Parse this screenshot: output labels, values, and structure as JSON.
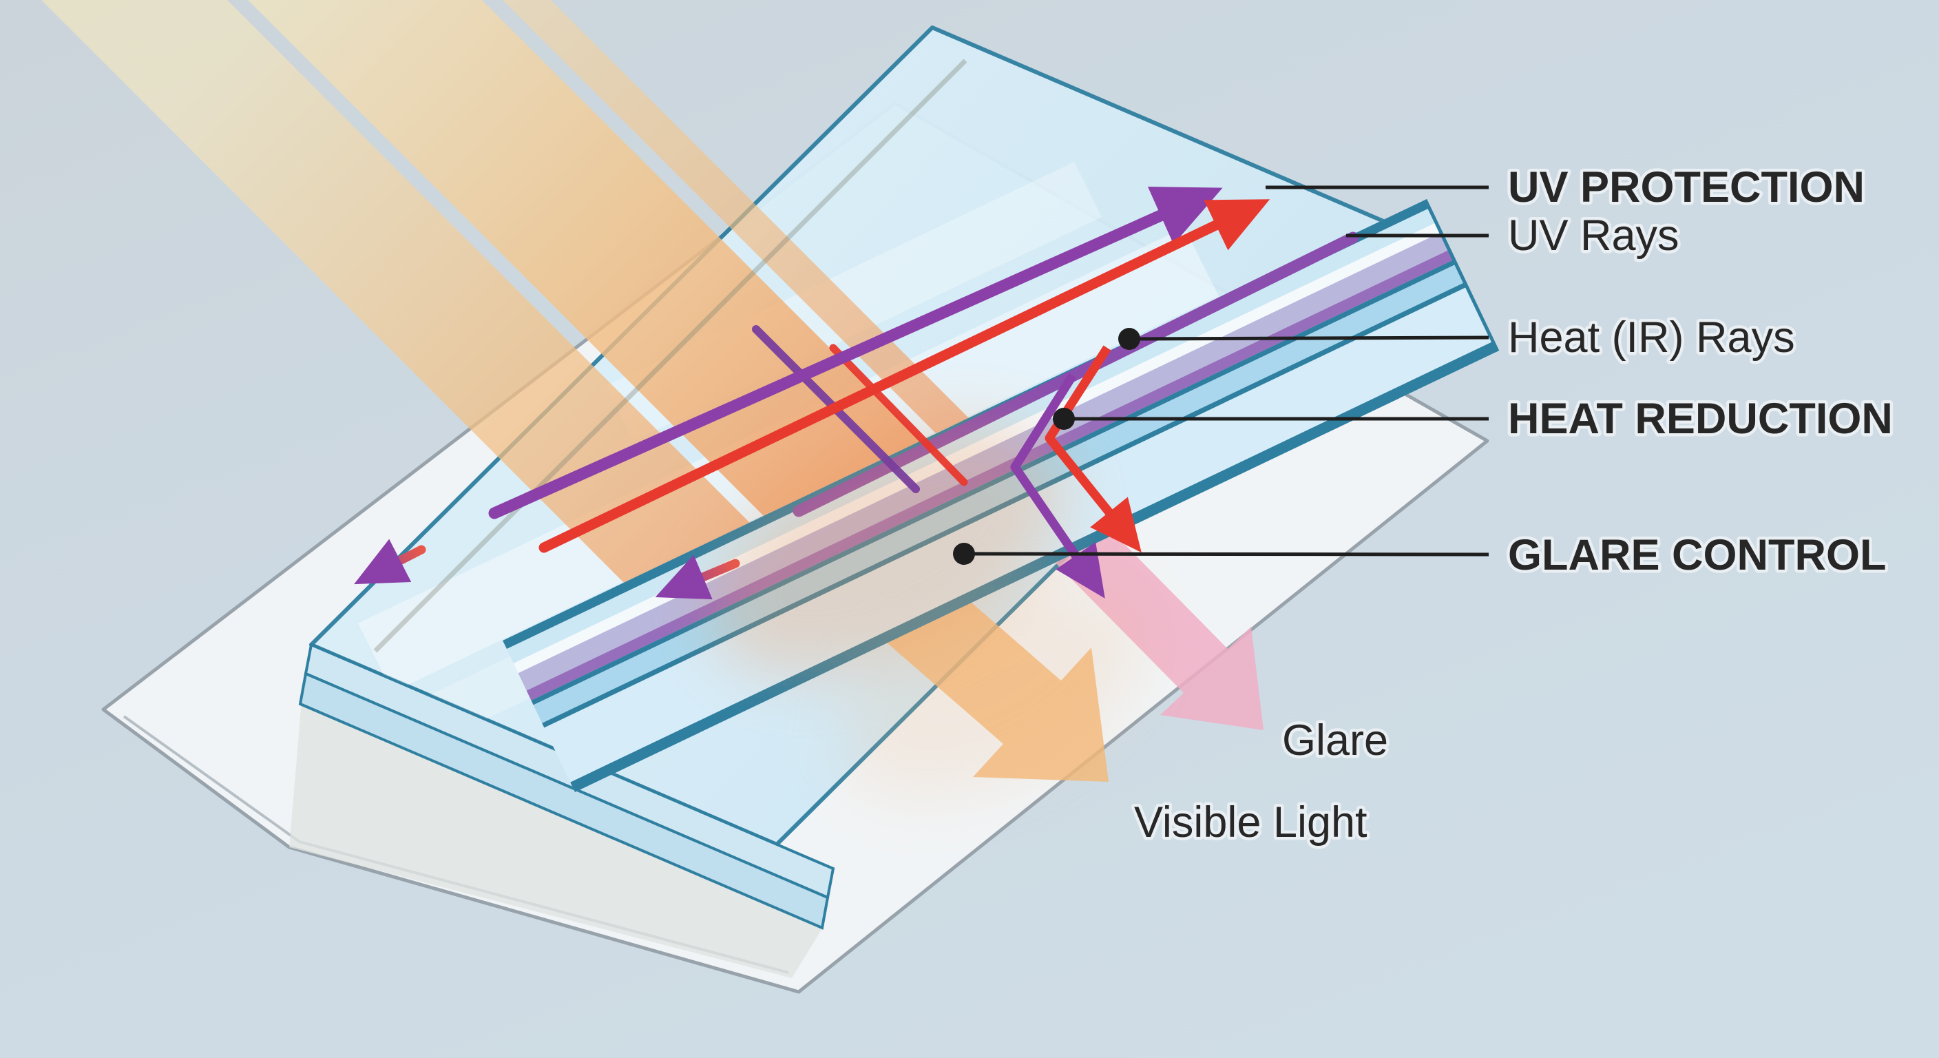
{
  "diagram": {
    "title_implicit": "Window glazing film benefits diagram",
    "labels": {
      "uv_protection": "UV PROTECTION",
      "uv_rays": "UV Rays",
      "heat_ir_rays": "Heat (IR) Rays",
      "heat_reduction": "HEAT REDUCTION",
      "glare_control": "GLARE CONTROL",
      "glare": "Glare",
      "visible_light": "Visible Light"
    },
    "colors": {
      "background": "#cdd8e0",
      "glass_outline_teal": "#2f7fa0",
      "glass_fill": "#d9edf7",
      "frame_white": "#f1f4f6",
      "uv_purple": "#8b3fa8",
      "heat_red": "#e8392e",
      "sunbeam_orange": "#ee9660",
      "visible_light_orange": "#f3b878",
      "glare_pink": "#f0aec6",
      "film_lavender": "#b9b7dc",
      "callout_line": "#1e1e1e",
      "label_text": "#272727"
    },
    "icons": [
      {
        "name": "uv-reflected-arrow",
        "meaning": "UV rays bounced back by film",
        "color": "#8b3fa8"
      },
      {
        "name": "heat-reflected-arrow",
        "meaning": "Heat (IR) rays bounced back",
        "color": "#e8392e"
      },
      {
        "name": "visible-light-arrow",
        "meaning": "Visible light passes through",
        "color": "#f3b878"
      },
      {
        "name": "glare-arrow",
        "meaning": "Reduced glare passes through",
        "color": "#f0aec6"
      }
    ]
  }
}
